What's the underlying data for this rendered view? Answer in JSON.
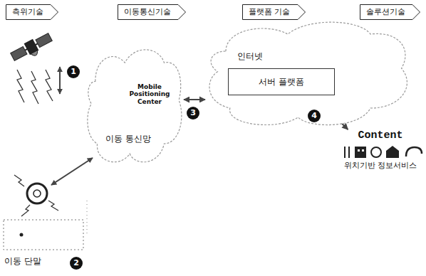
{
  "diagram": {
    "nodes": [
      {
        "text": [
          "측위기술"
        ]
      },
      {
        "text": [
          "이동통신기술"
        ]
      },
      {
        "text": [
          "플랫폼 기술"
        ]
      },
      {
        "text": [
          "솔루션기술"
        ]
      },
      {
        "text": [
          "이동 통신망"
        ]
      },
      {
        "text": [
          "인터넷"
        ]
      },
      {
        "text": [
          "서버 플랫폼"
        ],
        "in": 5
      },
      {
        "text": [
          "Content",
          "위치기반 정보서비스"
        ]
      },
      {
        "text": [
          "이동 단말"
        ]
      }
    ],
    "edges": [
      {
        "from": 4,
        "to": 5,
        "arrow": "both"
      },
      {
        "from": 6,
        "to": 7,
        "arrow": "both"
      }
    ],
    "labels": [
      "Mobile Positioning Center",
      "1",
      "2",
      "3",
      "4"
    ]
  }
}
